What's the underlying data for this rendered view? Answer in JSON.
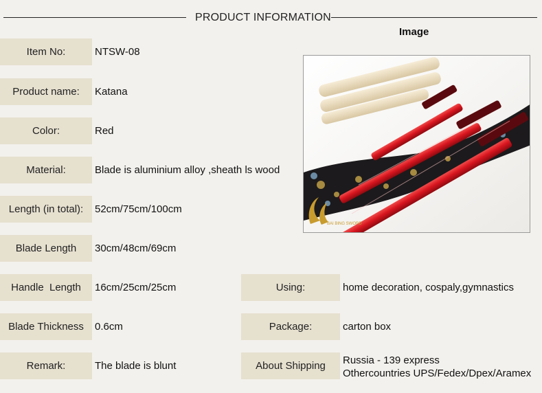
{
  "header": {
    "title": "PRODUCT INFORMATION"
  },
  "image_section": {
    "title": "Image",
    "watermark": "BAI BING SWORD"
  },
  "specs_left": [
    {
      "label": "Item No:",
      "value": "NTSW-08"
    },
    {
      "label": "Product name:",
      "value": "Katana"
    },
    {
      "label": "Color:",
      "value": "Red"
    },
    {
      "label": "Material:",
      "value": "Blade is aluminium alloy ,sheath ls wood"
    },
    {
      "label": "Length (in total):",
      "value": "52cm/75cm/100cm"
    },
    {
      "label": "Blade Length",
      "value": "30cm/48cm/69cm"
    },
    {
      "label": "Handle  Length",
      "value": "16cm/25cm/25cm"
    },
    {
      "label": "Blade Thickness",
      "value": "0.6cm"
    },
    {
      "label": "Remark:",
      "value": "The blade is blunt"
    }
  ],
  "specs_right": [
    {
      "label": "Using:",
      "value": "home decoration, cospaly,gymnastics"
    },
    {
      "label": "Package:",
      "value": "carton box"
    },
    {
      "label": "About Shipping",
      "value_lines": [
        "Russia - 139 express",
        "Othercountries UPS/Fedex/Dpex/Aramex"
      ]
    }
  ],
  "colors": {
    "background": "#f3f1ed",
    "label_box": "#e6e0cf",
    "sheath_red": "#d8151f"
  }
}
